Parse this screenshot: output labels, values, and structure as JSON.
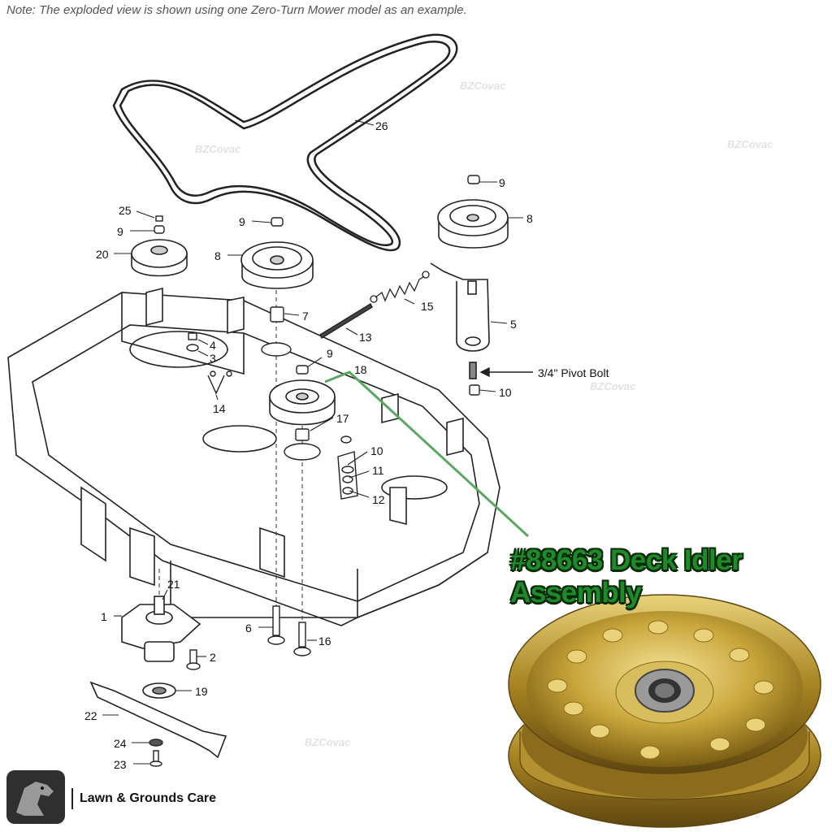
{
  "note": "Note: The exploded view is shown using one Zero-Turn Mower model as an example.",
  "callout": "#88663 Deck Idler Assembly",
  "brand": {
    "tagline": "Lawn & Grounds Care",
    "logo_icon": "dinosaur-mascot-icon"
  },
  "watermark": "BZCovac",
  "pivot_bolt_label": "3/4\" Pivot Bolt",
  "part_numbers": [
    "26",
    "9",
    "8",
    "25",
    "9",
    "20",
    "9",
    "8",
    "15",
    "5",
    "7",
    "4",
    "3",
    "13",
    "9",
    "18",
    "14",
    "10",
    "17",
    "10",
    "11",
    "12",
    "1",
    "21",
    "2",
    "6",
    "16",
    "19",
    "22",
    "24",
    "23"
  ],
  "colors": {
    "callout_green": "#1e8a2a",
    "leader_green": "#5aa860",
    "pulley_gold": "#c9a63a",
    "line": "#222222"
  }
}
